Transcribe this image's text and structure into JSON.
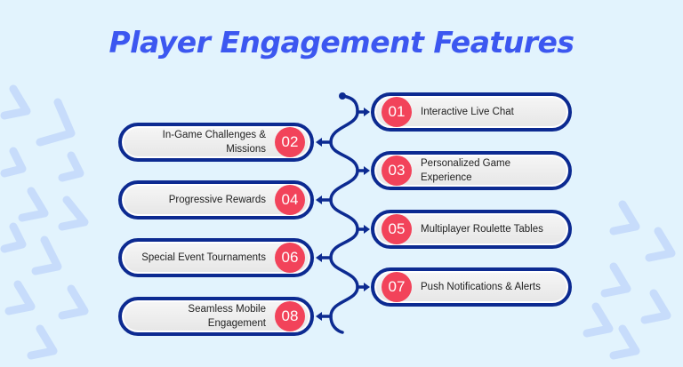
{
  "title": "Player Engagement Features",
  "features": [
    {
      "number": "01",
      "label": "Interactive Live Chat"
    },
    {
      "number": "02",
      "label": "In-Game Challenges & Missions"
    },
    {
      "number": "03",
      "label": "Personalized Game Experience"
    },
    {
      "number": "04",
      "label": "Progressive Rewards"
    },
    {
      "number": "05",
      "label": "Multiplayer Roulette Tables"
    },
    {
      "number": "06",
      "label": "Special Event Tournaments"
    },
    {
      "number": "07",
      "label": "Push Notifications & Alerts"
    },
    {
      "number": "08",
      "label": "Seamless Mobile Engagement"
    }
  ],
  "colors": {
    "title": "#3c57f0",
    "border": "#0c2a91",
    "badge": "#f2435a",
    "background": "#e2f3fd"
  }
}
